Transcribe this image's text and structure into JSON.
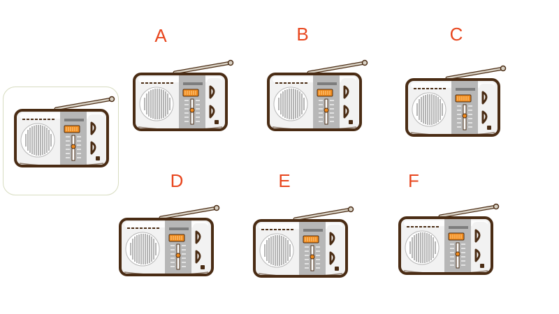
{
  "reference": {
    "id": "reference"
  },
  "options": [
    {
      "label": "A"
    },
    {
      "label": "B"
    },
    {
      "label": "C"
    },
    {
      "label": "D"
    },
    {
      "label": "E"
    },
    {
      "label": "F"
    }
  ],
  "colors": {
    "outline": "#4a2c14",
    "body": "#f2f2f2",
    "panel": "#b7b7b7",
    "dial": "#f08a1c",
    "label": "#e8461e",
    "antenna": "#d8d1c4",
    "frame": "#d7dcc0"
  },
  "icons": {
    "radio": "portable-radio-icon"
  }
}
